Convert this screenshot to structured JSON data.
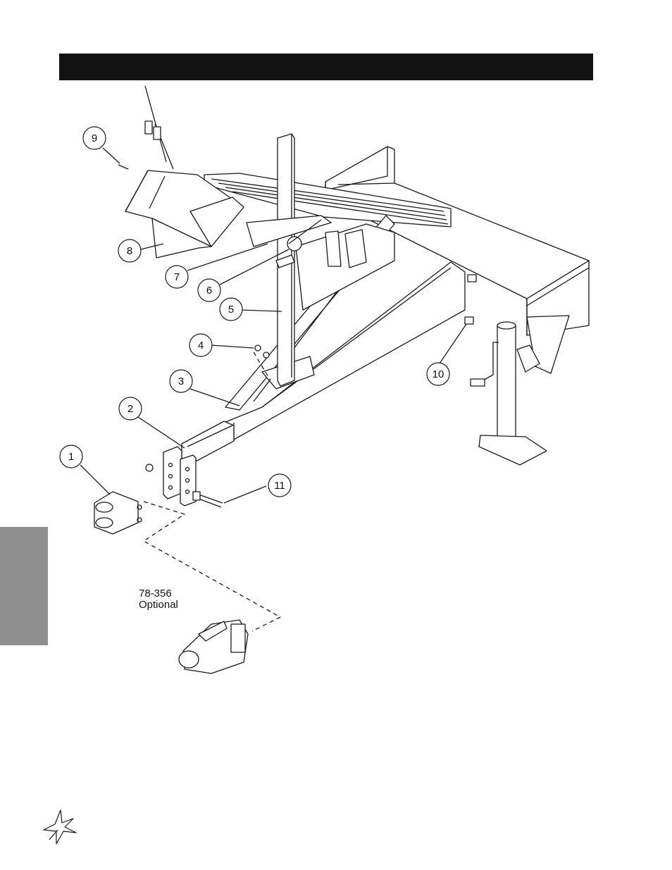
{
  "callouts": [
    "1",
    "2",
    "3",
    "4",
    "5",
    "6",
    "7",
    "8",
    "9",
    "10",
    "11"
  ],
  "optional_part": {
    "number": "78-356",
    "label": "Optional"
  }
}
